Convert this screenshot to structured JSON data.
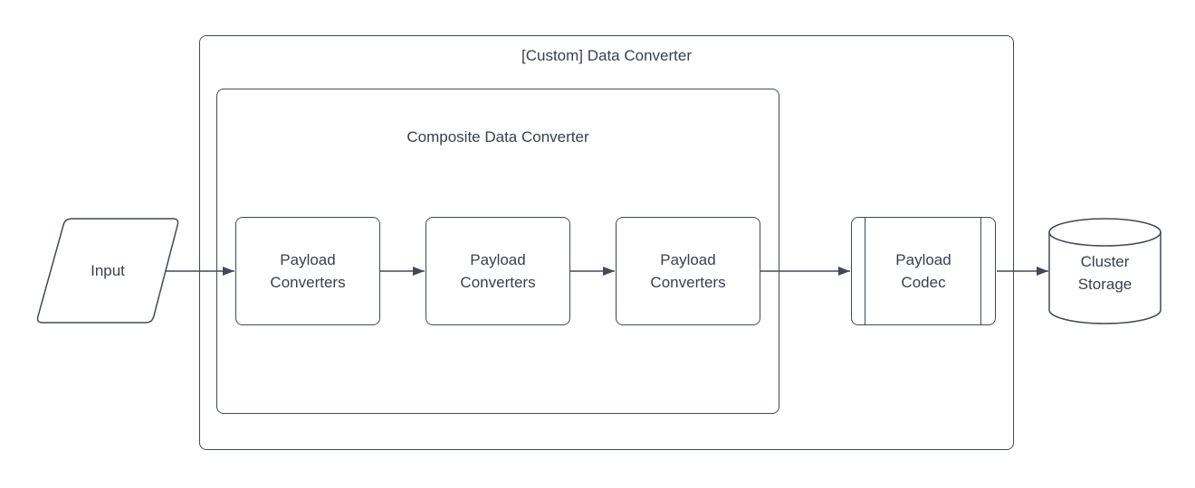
{
  "diagram": {
    "type": "flowchart",
    "colors": {
      "stroke": "#414958",
      "text": "#383F4E",
      "background": "#FFFFFF"
    },
    "outer_container": {
      "label": "[Custom] Data Converter",
      "shape": "rounded-rectangle"
    },
    "inner_container": {
      "label": "Composite Data Converter",
      "shape": "rounded-rectangle"
    },
    "nodes": {
      "input": {
        "label": "Input",
        "shape": "parallelogram"
      },
      "codec": {
        "label": "Payload Codec",
        "shape": "predefined-process"
      },
      "storage": {
        "label": "Cluster Storage",
        "shape": "cylinder"
      }
    },
    "converters": [
      {
        "label": "Payload Converters"
      },
      {
        "label": "Payload Converters"
      },
      {
        "label": "Payload Converters"
      }
    ],
    "edges": [
      {
        "from": "input",
        "to": "converter-1"
      },
      {
        "from": "converter-1",
        "to": "converter-2"
      },
      {
        "from": "converter-2",
        "to": "converter-3"
      },
      {
        "from": "converter-3",
        "to": "codec"
      },
      {
        "from": "codec",
        "to": "storage"
      }
    ]
  }
}
